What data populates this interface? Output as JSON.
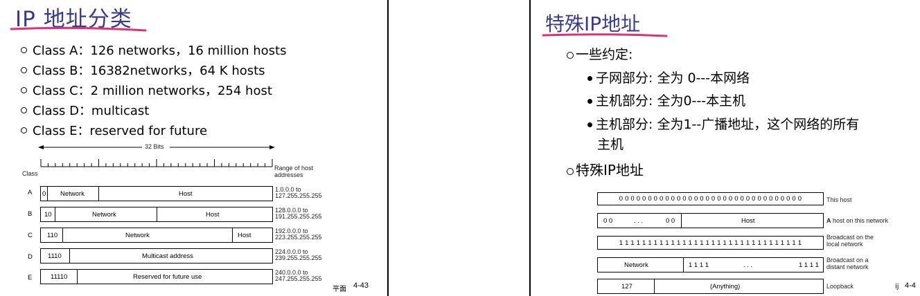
{
  "left": {
    "title": "IP 地址分类",
    "classes": [
      {
        "label": "Class A：126 networks，16 million hosts"
      },
      {
        "label": "Class B：16382networks，64 K hosts"
      },
      {
        "label": "Class C：2 million networks，254 host"
      },
      {
        "label": "Class D：multicast"
      },
      {
        "label": "Class E：reserved for future"
      }
    ],
    "diagram": {
      "bits_label": "32 Bits",
      "class_header": "Class",
      "range_header_1": "Range of host",
      "range_header_2": "addresses",
      "rows": [
        {
          "cls": "A",
          "prefix": "0",
          "field1": "Network",
          "field2": "Host",
          "range1": "1.0.0.0 to",
          "range2": "127.255.255.255"
        },
        {
          "cls": "B",
          "prefix": "10",
          "field1": "Network",
          "field2": "Host",
          "range1": "128.0.0.0 to",
          "range2": "191.255.255.255"
        },
        {
          "cls": "C",
          "prefix": "110",
          "field1": "Network",
          "field2": "Host",
          "range1": "192.0.0.0 to",
          "range2": "223.255.255.255"
        },
        {
          "cls": "D",
          "prefix": "1110",
          "field1": "Multicast address",
          "range1": "224.0.0.0 to",
          "range2": "239.255.255.255"
        },
        {
          "cls": "E",
          "prefix": "11110",
          "field1": "Reserved for future use",
          "range1": "240.0.0.0 to",
          "range2": "247.255.255.255"
        }
      ]
    },
    "footer": "平面",
    "page_number": "4-43"
  },
  "right": {
    "title": "特殊IP地址",
    "conventions_heading": "一些约定:",
    "conventions": [
      "子网部分: 全为 0---本网络",
      "主机部分: 全为0---本主机",
      "主机部分: 全为1--广播地址，这个网络的所有",
      "主机"
    ],
    "special_heading": "特殊IP地址",
    "table": {
      "r1_bits": "0 0 0 0 0 0 0 0 0 0 0 0 0 0 0 0 0 0 0 0 0 0 0 0 0 0 0 0 0 0 0 0",
      "r1_label": "This host",
      "r2_a": "0 0",
      "r2_dots": ". . .",
      "r2_b": "0 0",
      "r2_host": "Host",
      "r2_label_bold": "A",
      "r2_label": "host on this network",
      "r3_bits": "1 1 1 1 1 1 1 1 1 1 1 1 1 1 1 1 1 1 1 1 1 1 1 1 1 1 1 1 1 1 1 1",
      "r3_label1": "Broadcast on the",
      "r3_label2": "local network",
      "r4_network": "Network",
      "r4_a": "1 1 1 1",
      "r4_dots": ". . .",
      "r4_b": "1 1 1 1",
      "r4_label1": "Broadcast on a",
      "r4_label2": "distant network",
      "r5_127": "127",
      "r5_any": "(Anything)",
      "r5_label": "Loopback"
    },
    "footer": "ij",
    "page_number": "4-4"
  },
  "colors": {
    "title": "#3a3a8c",
    "underline": "#e0307a"
  }
}
